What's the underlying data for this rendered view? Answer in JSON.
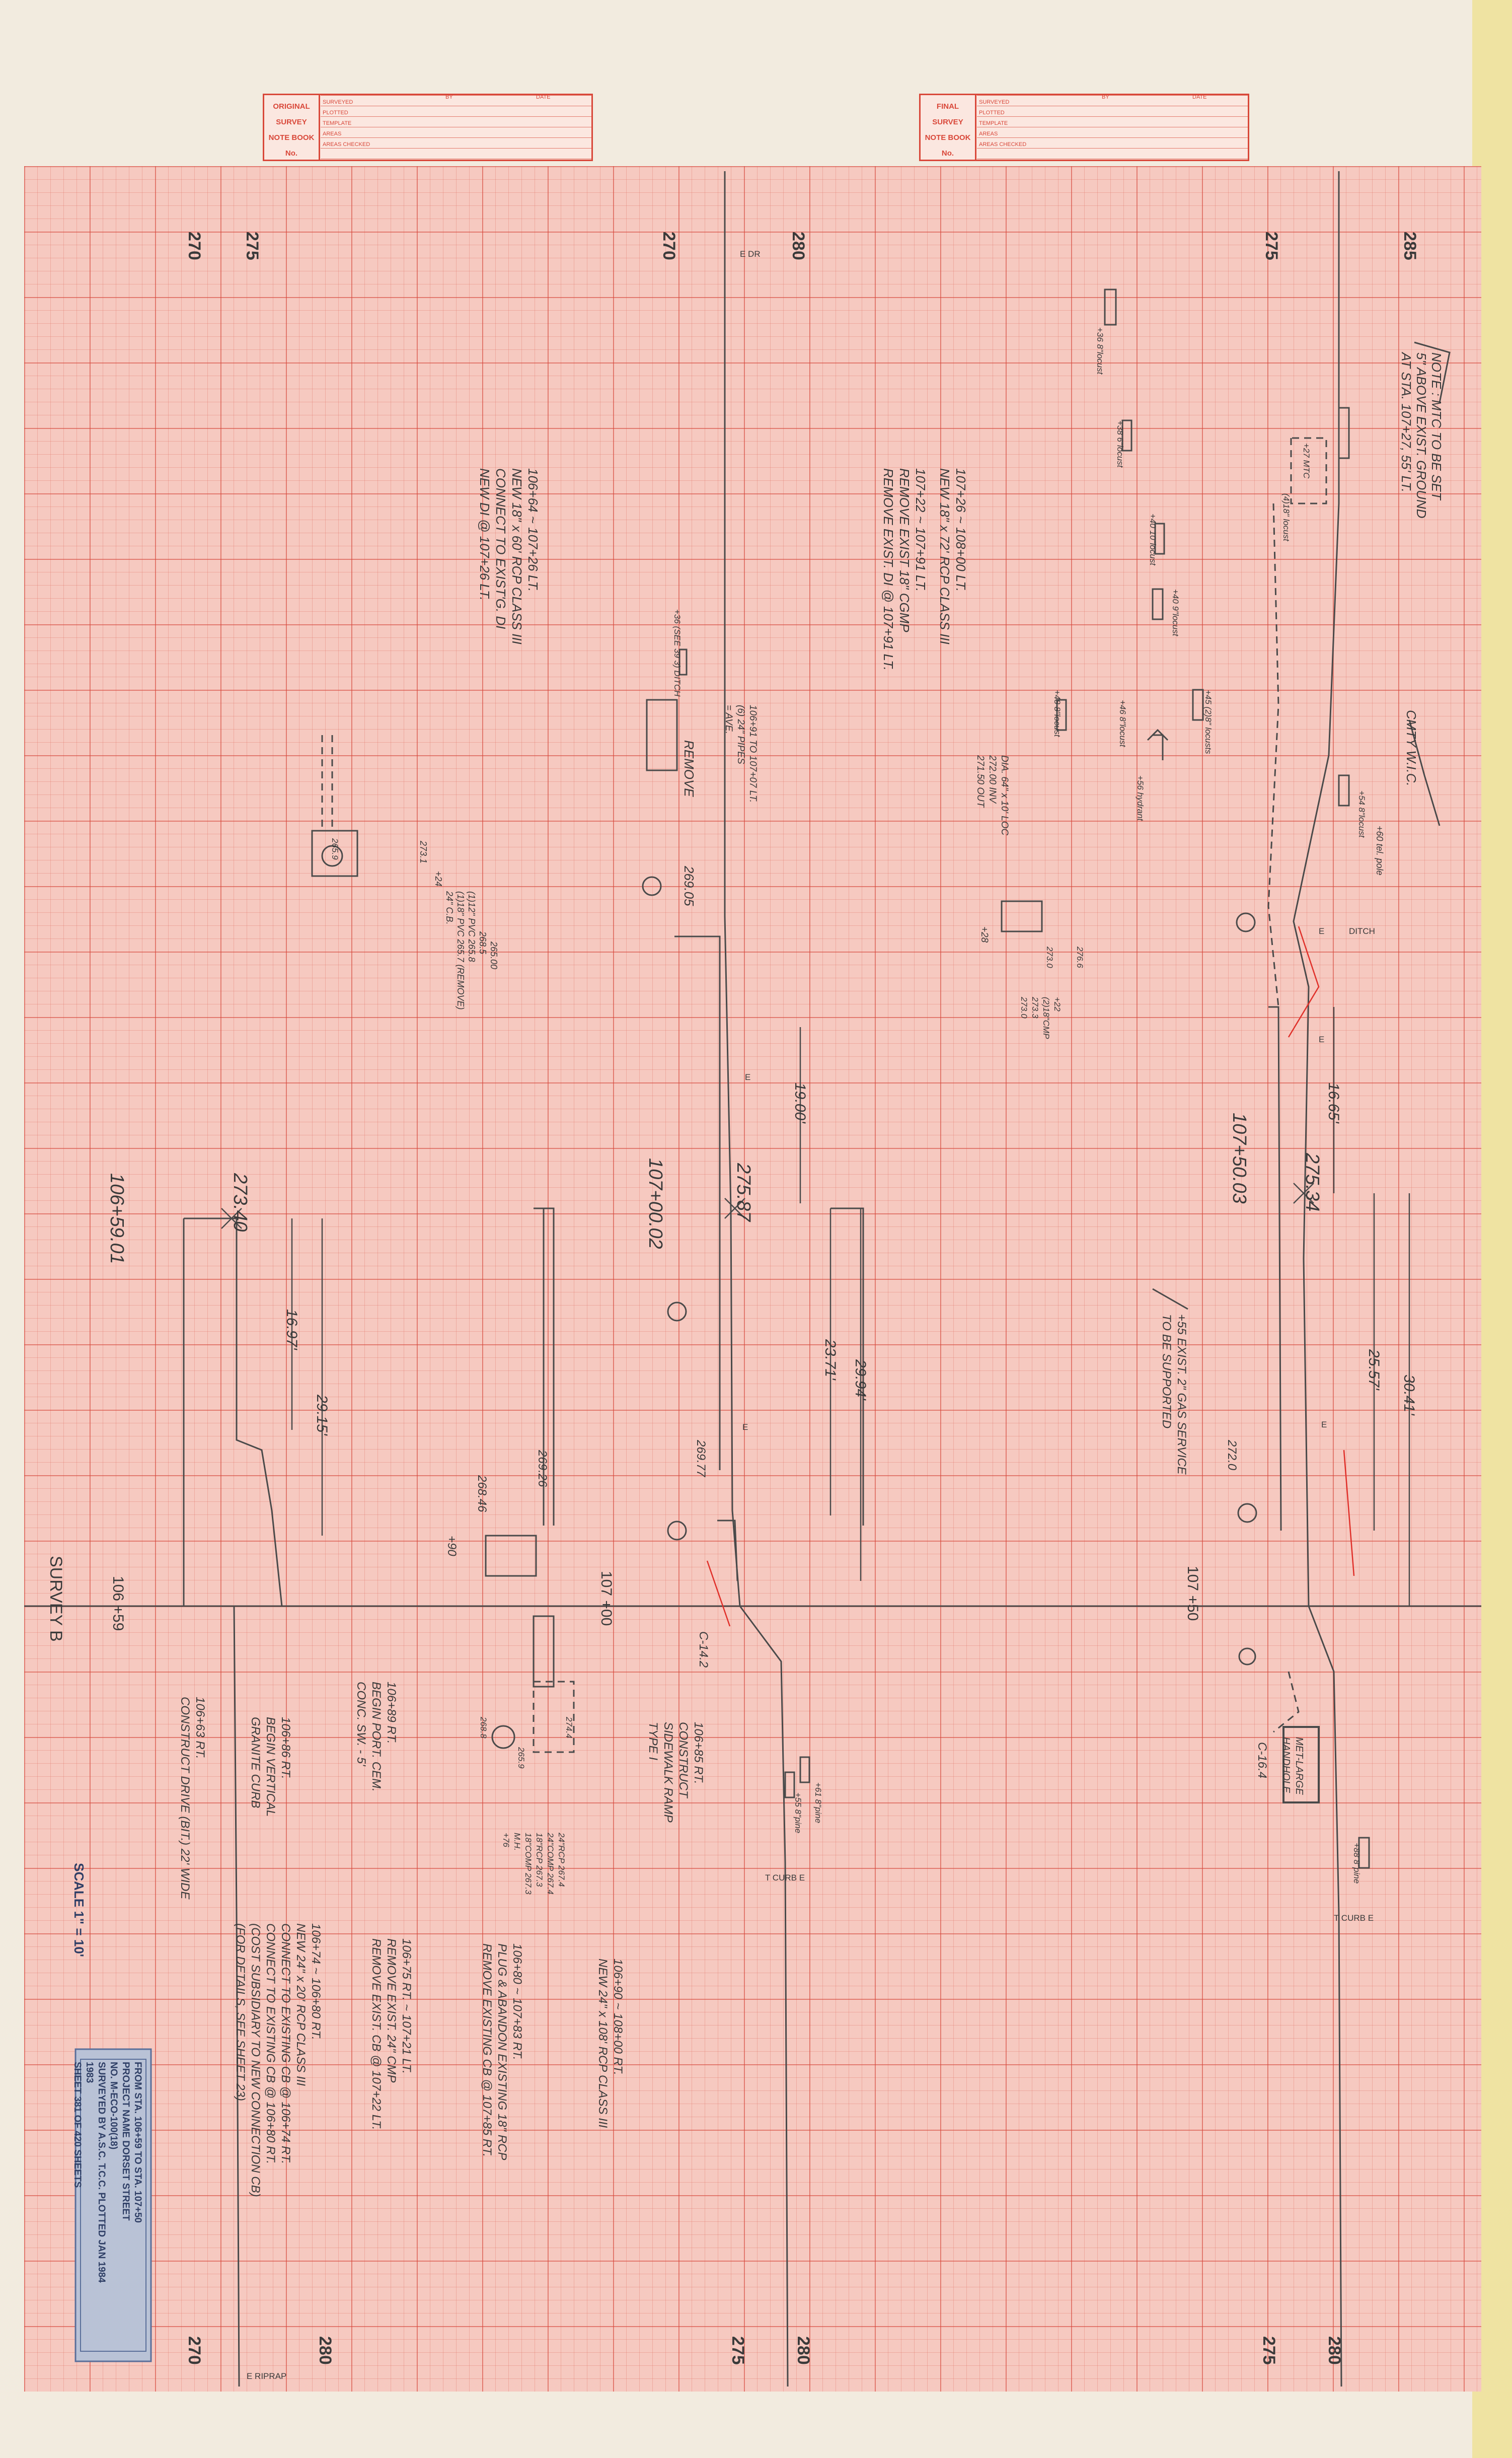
{
  "notebooks": {
    "original": {
      "label": [
        "ORIGINAL",
        "SURVEY",
        "NOTE BOOK",
        "No."
      ],
      "rows": [
        "SURVEYED",
        "PLOTTED",
        "TEMPLATE",
        "AREAS",
        "AREAS CHECKED"
      ],
      "by": "BY",
      "date": "DATE"
    },
    "final": {
      "label": [
        "FINAL",
        "SURVEY",
        "NOTE BOOK",
        "No."
      ],
      "rows": [
        "SURVEYED",
        "PLOTTED",
        "TEMPLATE",
        "AREAS",
        "AREAS CHECKED"
      ],
      "by": "BY",
      "date": "DATE"
    }
  },
  "elevations_top": [
    "270",
    "275",
    "270",
    "280",
    "275",
    "285"
  ],
  "elevations_bottom": [
    "270",
    "280",
    "275",
    "280",
    "275",
    "280"
  ],
  "stations": {
    "s1": "106 +59",
    "s2": "107 +00",
    "s3": "107 +50"
  },
  "baseline_label": "SURVEY B",
  "labels": {
    "edr": "E DR",
    "ditch": "DITCH",
    "ditch_e": "E",
    "tcurb1": "T CURB E",
    "tcurb2": "T CURB E",
    "riprap": "E RIPRAP",
    "e1": "E",
    "e2": "E",
    "e3": "E",
    "e4": "E",
    "note_block": [
      "NOTE : MTC TO BE SET",
      "5\" ABOVE EXIST. GROUND",
      "AT STA. 107+27, 55' LT."
    ],
    "cmty": "CMTY W.I.C.",
    "tel_pole": "+60 tel. pole",
    "locust1": "+36 8\"locust",
    "locust2": "+38 6\"locust",
    "locust3": "+40 10\"locust",
    "locust4": "+40 9\"locust",
    "locust5": "+48 8\"locust",
    "locust6": "+45 (2)8\" locusts",
    "locust7": "+46 8\"locust",
    "locust8": "+54 8\"locust",
    "hydrant": "+56 hydrant",
    "tree_block": "+27 MTC",
    "fence": "(4)18\" locust",
    "dia_block": [
      "DIA. 64\" x 10' LOC",
      "272.00 INV",
      "271.50 OUT"
    ],
    "pipe_data": [
      "+22",
      "(2)18\"CMP",
      "273.3",
      "273.0"
    ],
    "loc_276": "276.6",
    "loc_273": "273.0",
    "loc_28": "+28",
    "remove": "REMOVE",
    "remove_val": "269.05",
    "ditch_note": "+36 (SEE 39 3) DITCH",
    "wall_note": [
      "106+91 TO 107+07 LT.",
      "(6) 24\" PIPES",
      "= AVE."
    ],
    "note_col": [
      "107+26 ~ 108+00 LT.",
      "NEW 18\" x 72' RCP CLASS III",
      "107+22 ~ 107+91 LT.",
      "REMOVE EXIST 18\" CGMP",
      "REMOVE EXIST. DI @ 107+91 LT."
    ],
    "note_col2": [
      "106+64 ~ 107+26 LT.",
      "NEW 18\" x 60' RCP CLASS III",
      "CONNECT TO EXIST'G. DI",
      "NEW DI @ 107+26 LT."
    ],
    "cb_block": [
      "273.1",
      "+24",
      "24\" C.B.",
      "(1)18\" PVC 265.7 (REMOVE)",
      "(1)12\" PVC 265.8",
      "268.5",
      "265.00"
    ],
    "cb_265": "265.9",
    "dim_1900": "19.00'",
    "dim_2371": "23.71'",
    "dim_2994": "29.94'",
    "dim_1665": "16.65'",
    "dim_2557": "25.57'",
    "dim_3041": "30.41'",
    "dim_1697": "16.97'",
    "dim_2915": "29.15'",
    "sta_27587": "275.87",
    "sta_27534": "275.34",
    "sta_27340": "273.40",
    "sta_10700": "107+00.02",
    "sta_10750": "107+50.03",
    "sta_10659": "106+59.01",
    "gas_note": [
      "+55 EXIST. 2\" GAS SERVICE",
      "TO BE SUPPORTED"
    ],
    "mh_272": "272.0",
    "mh_26977": "269.77",
    "mh_26926": "269.26",
    "mh_26846": "268.46",
    "mh_90": "+90",
    "curb_142": "C-14.2",
    "curb_164": "C-16.4",
    "handhole": [
      "MET-LARGE",
      "HANDHOLE"
    ],
    "pine1": "+55 8\"pine",
    "pine2": "+61 8\"pine",
    "pine3": "+88 8\"pine",
    "mh_block": [
      "+76",
      "M.H.",
      "18\"COMP 267.3",
      "18\"RCP 267.3",
      "24\"COMP 267.4",
      "24\"RCP 267.4"
    ],
    "mh_2744": "274.4",
    "mh_2688": "268.8",
    "mh_2659": "265.9",
    "ramp_note": [
      "106+85 RT.",
      "CONSTRUCT",
      "SIDEWALK RAMP",
      "TYPE I"
    ],
    "tip_note": [
      "106+89 RT.",
      "BEGIN PORT. CEM.",
      "CONC. SW. - 5'"
    ],
    "granite": [
      "106+86 RT.",
      "BEGIN VERTICAL",
      "GRANITE CURB"
    ],
    "drive": [
      "106+63 RT.",
      "CONSTRUCT DRIVE (BIT.) 22' WIDE"
    ],
    "rcp_note": [
      "106+90 ~ 108+00 RT.",
      "NEW 24\" x 108' RCP CLASS III"
    ],
    "plug_note": [
      "106+80 ~ 107+83 RT.",
      "PLUG & ABANDON EXISTING 18\" RCP",
      "REMOVE EXISTING CB @ 107+85 RT."
    ],
    "lt_note": [
      "106+75 RT. ~ 107+21 LT.",
      "REMOVE EXIST. 24\" CMP",
      "REMOVE EXIST. CB @ 107+22 LT."
    ],
    "conn_note": [
      "106+74 ~ 106+80 RT.",
      "NEW 24\" x 20' RCP CLASS III",
      "CONNECT TO EXISTING CB @ 106+74 RT.",
      "CONNECT TO EXISTING CB @ 106+80 RT.",
      "(COST SUBSIDIARY TO NEW CONNECTION CB)",
      "(FOR DETAILS, SEE SHEET 23)"
    ]
  },
  "title_block": {
    "from": "FROM STA.  106+59   TO STA.   107+50",
    "project": "PROJECT NAME   DORSET STREET",
    "no": "NO.   M-ECO-100(18)",
    "surveyed": "SURVEYED BY   A.S.C.   T.C.C.   PLOTTED   JAN 1984",
    "year": "1983",
    "sheet": "SHEET 381 OF 420 SHEETS",
    "scale": "SCALE 1\" = 10'"
  },
  "colors": {
    "grid_major": "#d6463a",
    "grid_minor": "#e06c60",
    "paper": "#f6c9c0",
    "pencil": "#3a3a3a",
    "redline": "#e0302a",
    "block": "#5a6f9a"
  }
}
